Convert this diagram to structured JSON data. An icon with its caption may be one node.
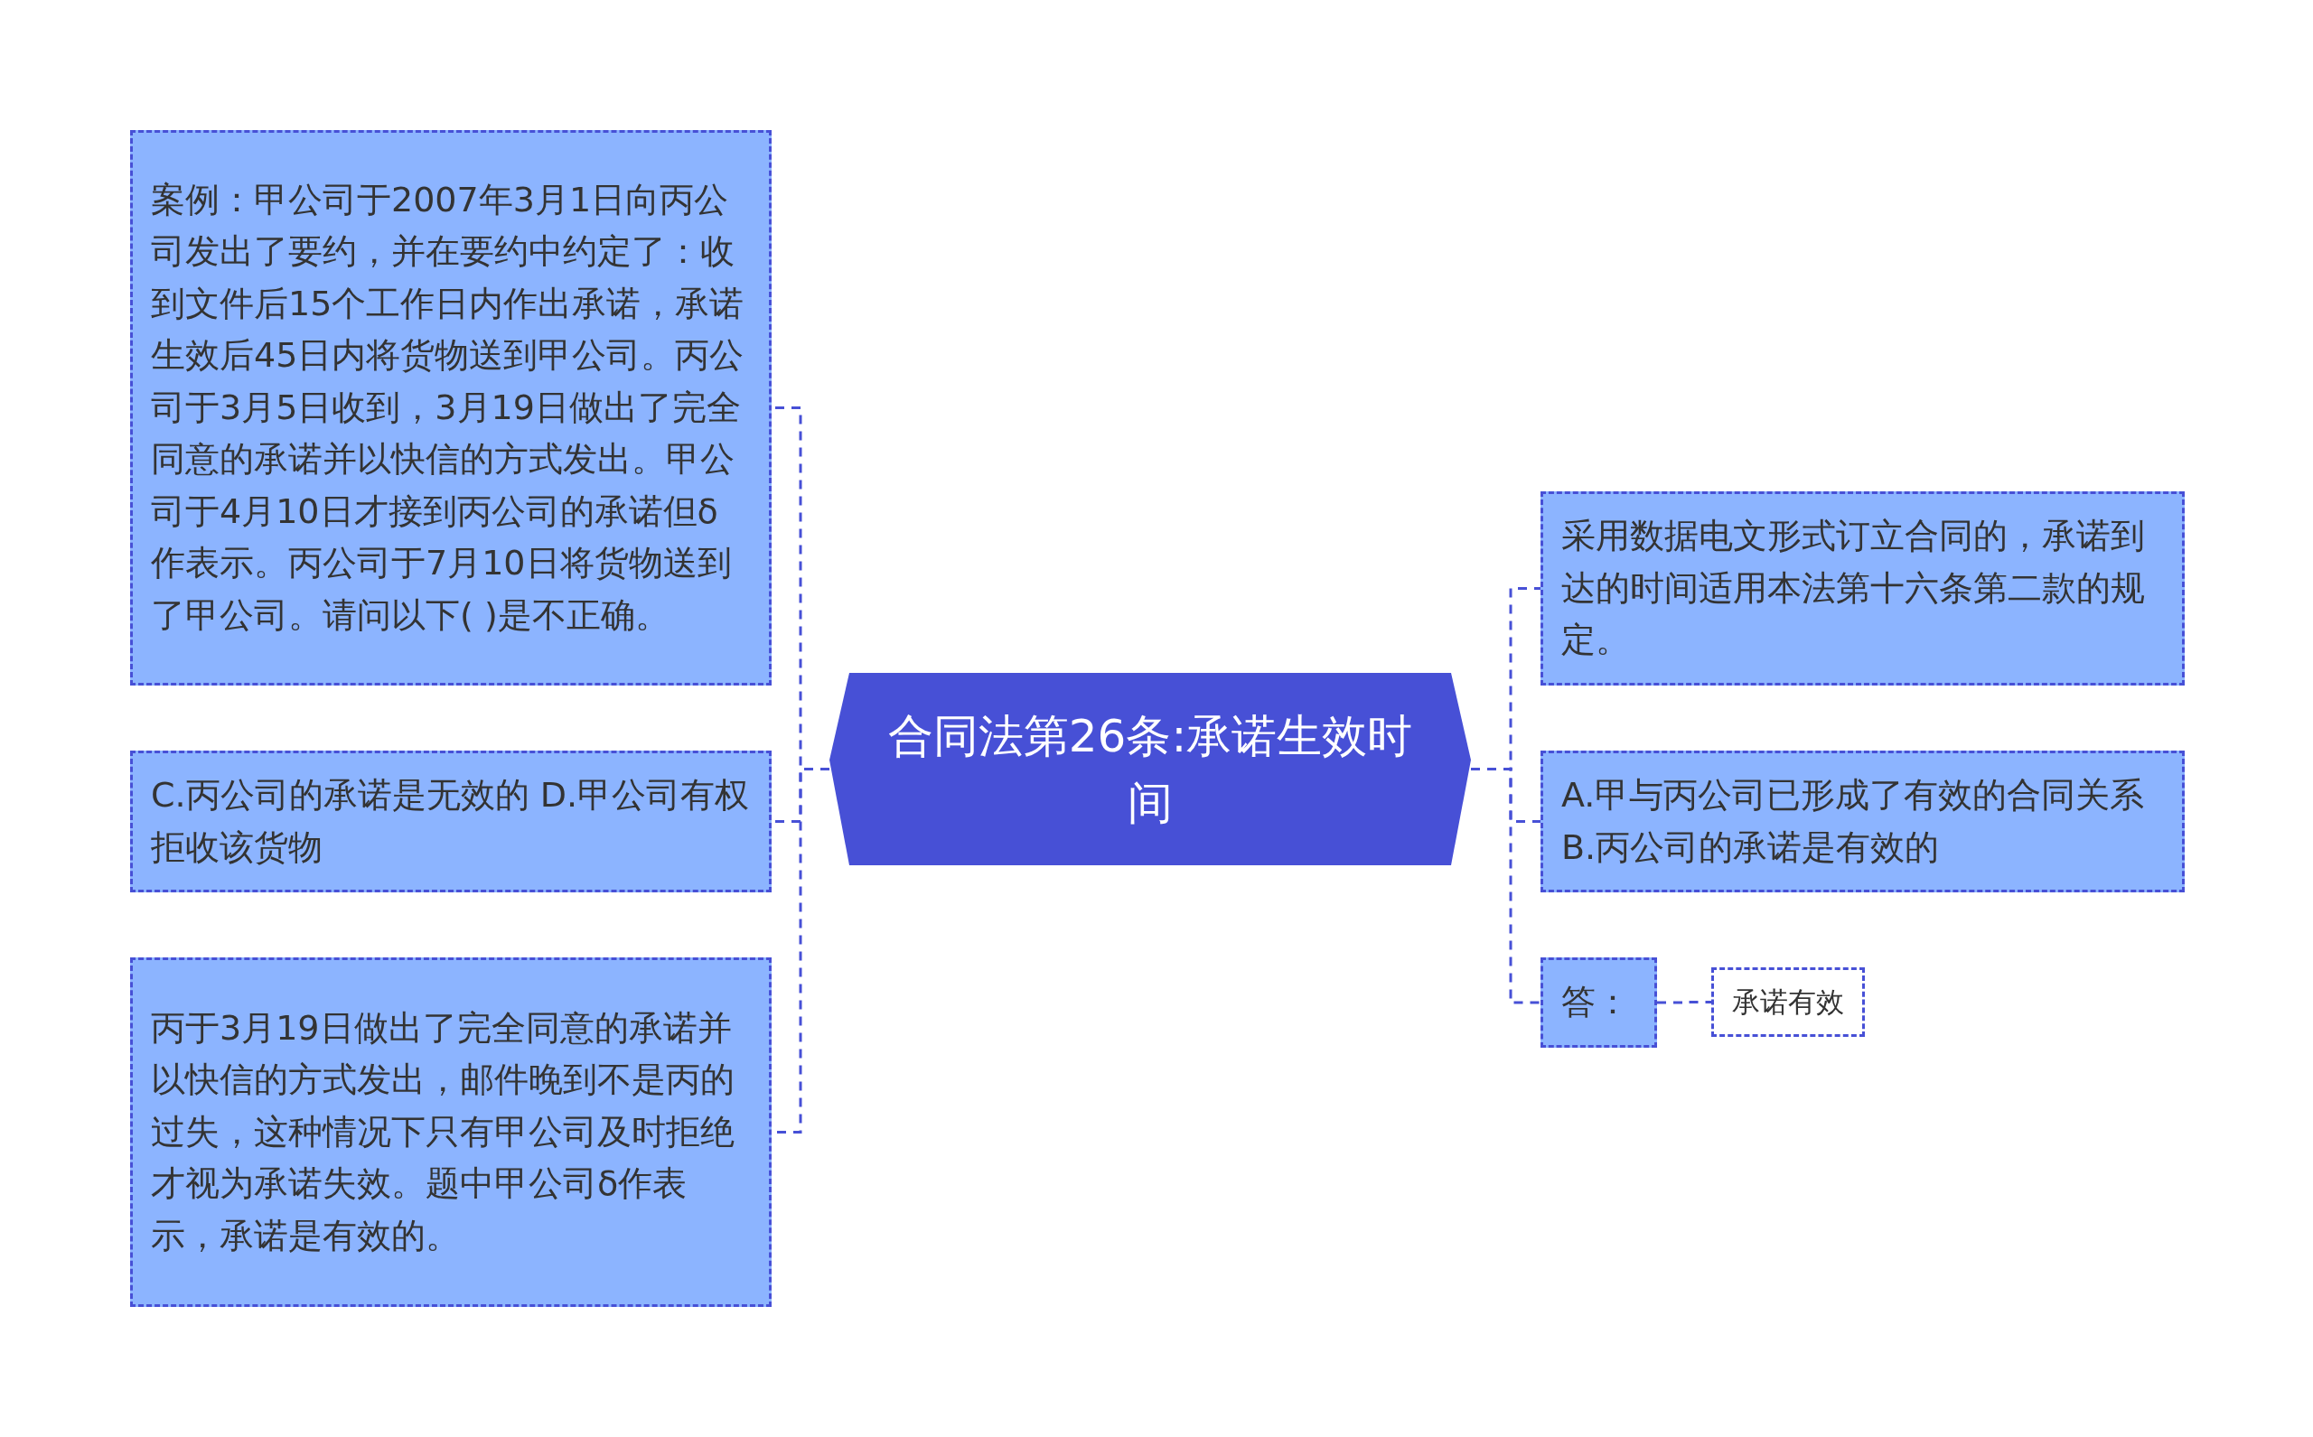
{
  "diagram": {
    "nodes": [
      {
        "text": [
          "合同法第26条:承诺生效时间"
        ]
      },
      {
        "text": [
          "案例：甲公司于2007年3月1日向丙公司发出了要约，并在要约中约定了：收到文件后15个工作日内作出承诺，承诺生效后45日内将货物送到甲公司。丙公司于3月5日收到，3月19日做出了完全同意的承诺并以快信的方式发出。甲公司于4月10日才接到丙公司的承诺但δ作表示。丙公司于7月10日将货物送到了甲公司。请问以下( )是不正确。"
        ]
      },
      {
        "text": [
          "C.丙公司的承诺是无效的 D.甲公司有权拒收该货物"
        ]
      },
      {
        "text": [
          "丙于3月19日做出了完全同意的承诺并以快信的方式发出，邮件晚到不是丙的过失，这种情况下只有甲公司及时拒绝才视为承诺失效。题中甲公司δ作表示，承诺是有效的。"
        ]
      },
      {
        "text": [
          "采用数据电文形式订立合同的，承诺到达的时间适用本法第十六条第二款的规定。"
        ]
      },
      {
        "text": [
          "A.甲与丙公司已形成了有效的合同关系 B.丙公司的承诺是有效的"
        ]
      },
      {
        "text": [
          "答："
        ]
      },
      {
        "text": [
          "承诺有效"
        ]
      }
    ],
    "edges": [
      {
        "from": 0,
        "to": 1,
        "arrow": "none"
      },
      {
        "from": 0,
        "to": 2,
        "arrow": "none"
      },
      {
        "from": 0,
        "to": 3,
        "arrow": "none"
      },
      {
        "from": 0,
        "to": 4,
        "arrow": "none"
      },
      {
        "from": 0,
        "to": 5,
        "arrow": "none"
      },
      {
        "from": 0,
        "to": 6,
        "arrow": "none"
      },
      {
        "from": 6,
        "to": 7,
        "arrow": "none"
      }
    ]
  }
}
